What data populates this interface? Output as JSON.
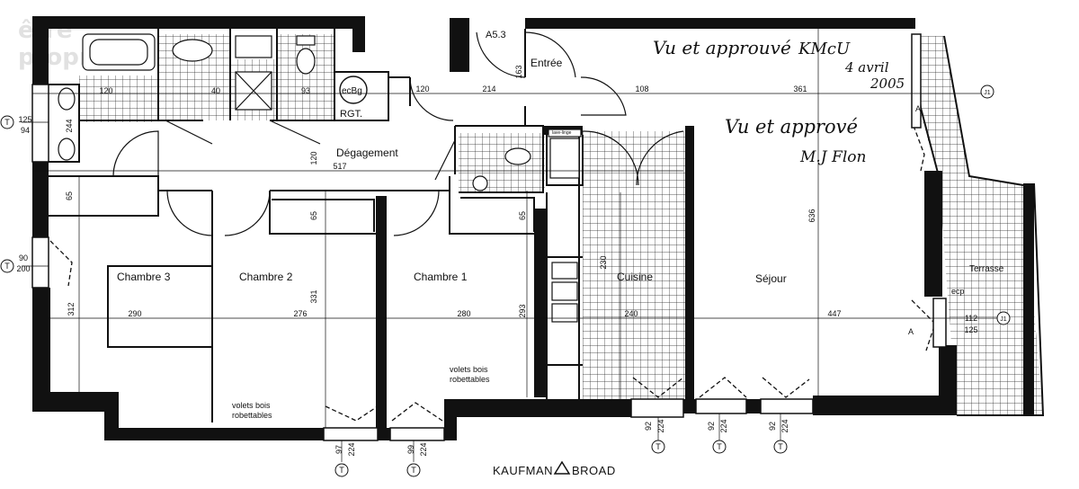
{
  "watermark": {
    "line1": "être",
    "line2": "proprio"
  },
  "handwritten": {
    "approval1": "Vu et approuvé",
    "initials1": "KMcU",
    "date_line1": "4 avril",
    "date_line2": "2005",
    "approval2": "Vu et apprové",
    "initials2": "M.J Flon"
  },
  "rooms": {
    "entree": "Entrée",
    "lot": "A5.3",
    "degagement": "Dégagement",
    "chambre3": "Chambre 3",
    "chambre2": "Chambre 2",
    "chambre1": "Chambre 1",
    "cuisine": "Cuisine",
    "sejour": "Séjour",
    "terrasse": "Terrasse",
    "rgt": "RGT.",
    "ecbg": "ecBg",
    "ecp": "ecp",
    "lavelinge": "lave-linge"
  },
  "annotations": {
    "volets1a": "volets bois",
    "volets1b": "robettables",
    "volets2a": "volets bois",
    "volets2b": "robettables",
    "section_a": "A"
  },
  "dimensions": {
    "d120a": "120",
    "d214": "214",
    "d163": "163",
    "d108": "108",
    "d361": "361",
    "d517": "517",
    "d120b": "120",
    "d636": "636",
    "d65a": "65",
    "d65b": "65",
    "d65c": "65",
    "d290": "290",
    "d276": "276",
    "d280": "280",
    "d240": "240",
    "d447": "447",
    "d312": "312",
    "d331": "331",
    "d293": "293",
    "d230": "230",
    "d125": "125",
    "d94": "94",
    "d244": "244",
    "d90": "90",
    "d200": "200",
    "d112": "112",
    "d125b": "125",
    "d120bath": "120",
    "d40": "40",
    "d93": "93",
    "d97": "97",
    "d224a": "224",
    "d99": "99",
    "d224b": "224",
    "d92a": "92",
    "d224c": "224",
    "d92b": "92",
    "d224d": "224",
    "d92c": "92",
    "d224e": "224"
  },
  "markers": {
    "t": "T",
    "n2": "J1",
    "n3": "J1"
  },
  "brand": {
    "name_left": "KAUFMAN",
    "name_right": "BROAD"
  }
}
